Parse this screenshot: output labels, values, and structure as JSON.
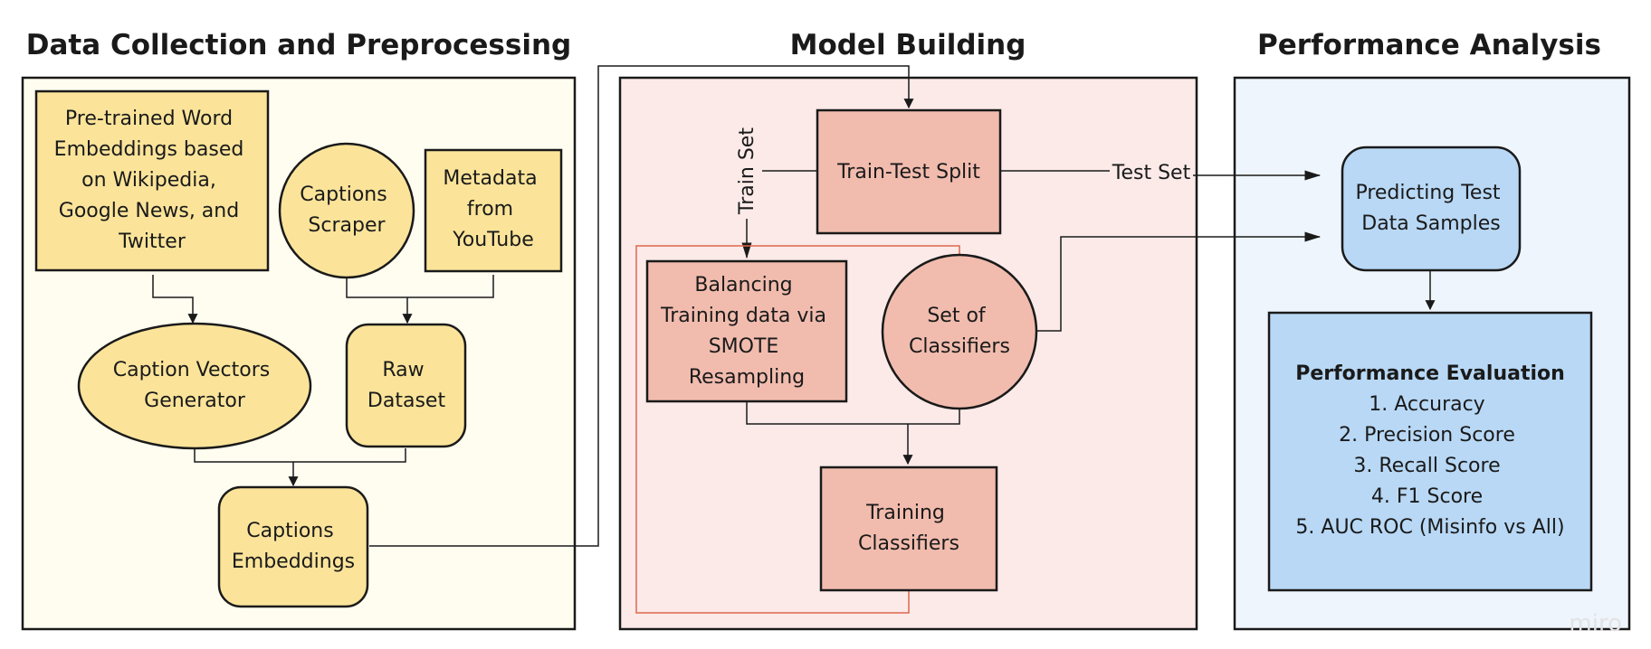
{
  "sections": {
    "data_collection": {
      "title": "Data Collection and Preprocessing"
    },
    "model_building": {
      "title": "Model Building"
    },
    "performance": {
      "title": "Performance Analysis"
    }
  },
  "nodes": {
    "pretrained": {
      "lines": [
        "Pre-trained Word",
        "Embeddings based",
        "on Wikipedia,",
        "Google News, and",
        "Twitter"
      ]
    },
    "scraper": {
      "lines": [
        "Captions",
        "Scraper"
      ]
    },
    "metadata": {
      "lines": [
        "Metadata",
        "from",
        "YouTube"
      ]
    },
    "vectors": {
      "lines": [
        "Caption Vectors",
        "Generator"
      ]
    },
    "raw": {
      "lines": [
        "Raw",
        "Dataset"
      ]
    },
    "embeddings": {
      "lines": [
        "Captions",
        "Embeddings"
      ]
    },
    "split": {
      "lines": [
        "Train-Test Split"
      ]
    },
    "balancing": {
      "lines": [
        "Balancing",
        "Training data via",
        "SMOTE",
        "Resampling"
      ]
    },
    "classifiers": {
      "lines": [
        "Set of",
        "Classifiers"
      ]
    },
    "training": {
      "lines": [
        "Training",
        "Classifiers"
      ]
    },
    "predicting": {
      "lines": [
        "Predicting Test",
        "Data Samples"
      ]
    },
    "evaluation": {
      "title": "Performance Evaluation",
      "items": [
        "1. Accuracy",
        "2. Precision Score",
        "3. Recall Score",
        "4. F1 Score",
        "5. AUC ROC (Misinfo vs All)"
      ]
    }
  },
  "edge_labels": {
    "train_set": "Train Set",
    "test_set": "Test Set"
  },
  "watermark": "miro",
  "colors": {
    "yellow_fill": "#fbe49a",
    "yellow_bg": "#fffdf0",
    "red_fill": "#f1bcae",
    "red_bg": "#fbeae8",
    "blue_fill": "#b8d8f5",
    "blue_bg": "#eef5fd",
    "red_loop": "#e0674a",
    "stroke": "#1a1a1a"
  }
}
